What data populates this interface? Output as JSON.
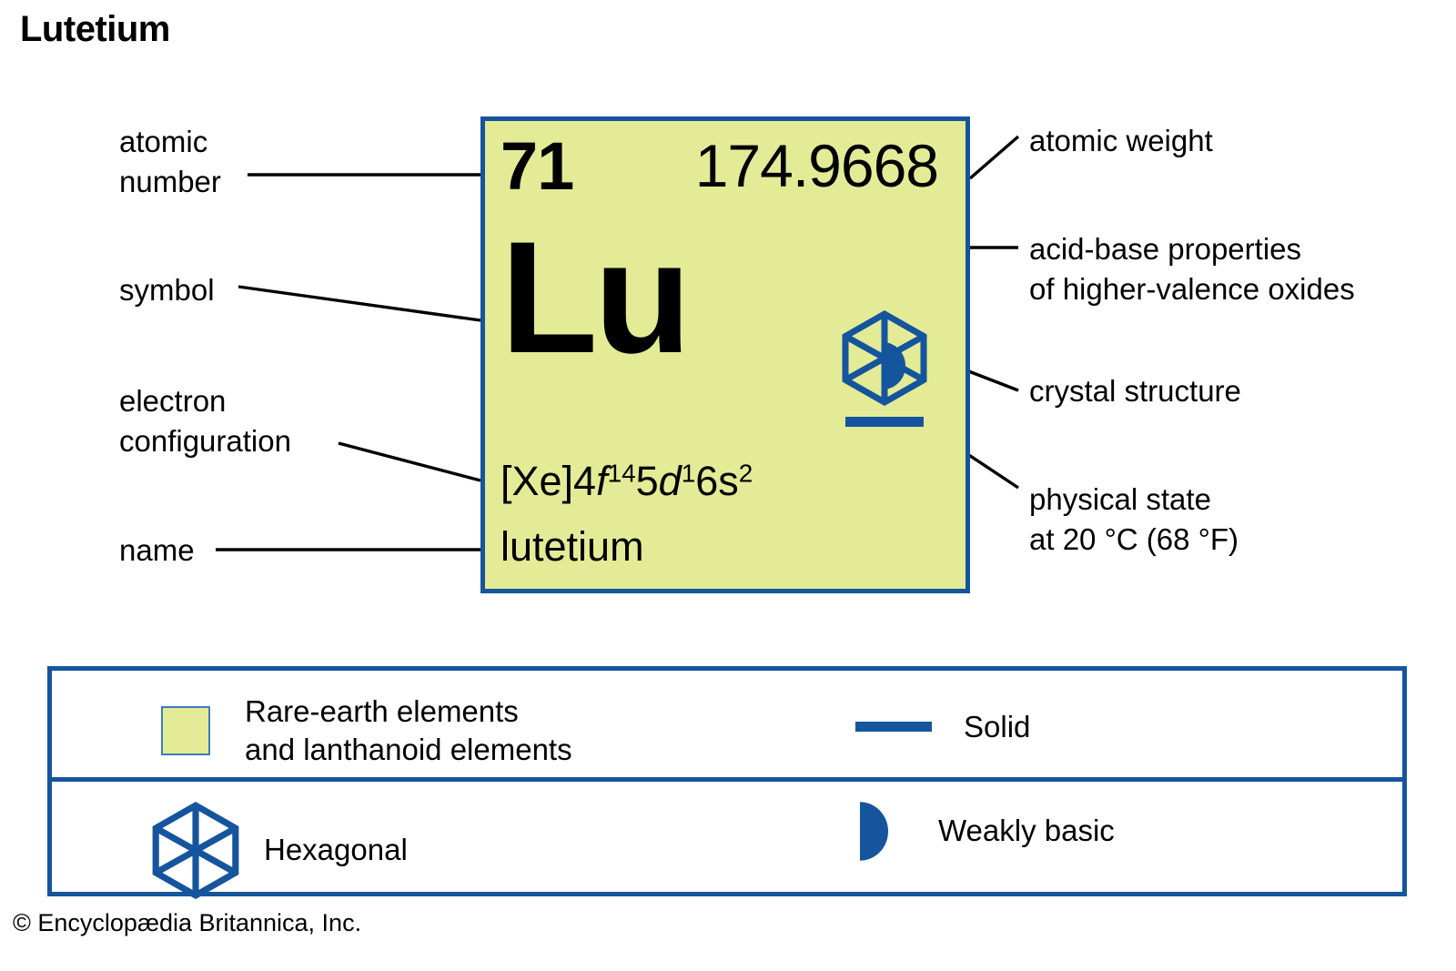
{
  "title": "Lutetium",
  "colors": {
    "category_fill": "#E4EB96",
    "accent_blue": "#15559E",
    "text": "#000000",
    "background": "#FFFFFF"
  },
  "element": {
    "atomic_number": "71",
    "atomic_weight": "174.9668",
    "symbol": "Lu",
    "name": "lutetium",
    "electron_configuration": {
      "full_text": "[Xe]4f145d16s2",
      "core": "[Xe]",
      "terms": [
        {
          "n": "4",
          "orbital": "f",
          "italic": true,
          "electrons": "14"
        },
        {
          "n": "5",
          "orbital": "d",
          "italic": true,
          "electrons": "1"
        },
        {
          "n": "6",
          "orbital": "s",
          "italic": false,
          "electrons": "2"
        }
      ]
    },
    "icons": {
      "acid_base": "half-circle-filled-icon",
      "crystal_structure": "hexagon-icon",
      "physical_state": "solid-bar-icon"
    }
  },
  "callouts": {
    "atomic_number": {
      "lines": [
        "atomic",
        "number"
      ]
    },
    "symbol": {
      "lines": [
        "symbol"
      ]
    },
    "electron_configuration": {
      "lines": [
        "electron",
        "configuration"
      ]
    },
    "name": {
      "lines": [
        "name"
      ]
    },
    "atomic_weight": {
      "lines": [
        "atomic weight"
      ]
    },
    "acid_base": {
      "lines": [
        "acid-base properties",
        "of higher-valence oxides"
      ]
    },
    "crystal_structure": {
      "lines": [
        "crystal structure"
      ]
    },
    "physical_state": {
      "lines": [
        "physical state",
        "at 20 °C (68 °F)"
      ]
    }
  },
  "legend": {
    "items": [
      {
        "id": "rare-earth",
        "icon": "color-swatch",
        "lines": [
          "Rare-earth elements",
          "and lanthanoid elements"
        ]
      },
      {
        "id": "solid",
        "icon": "solid-bar-icon",
        "lines": [
          "Solid"
        ]
      },
      {
        "id": "hexagonal",
        "icon": "hexagon-icon",
        "lines": [
          "Hexagonal"
        ]
      },
      {
        "id": "weakly-basic",
        "icon": "half-circle-filled-icon",
        "lines": [
          "Weakly basic"
        ]
      }
    ]
  },
  "credit": "© Encyclopædia Britannica, Inc."
}
